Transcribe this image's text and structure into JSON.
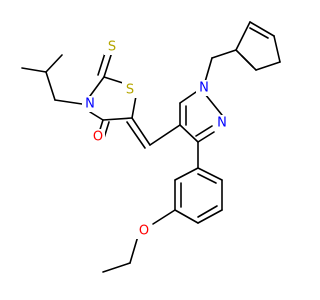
{
  "molecule": {
    "atoms": [
      {
        "id": "O1",
        "symbol": "O",
        "color": "#ff0000"
      },
      {
        "id": "N1",
        "symbol": "N",
        "color": "#0000ff"
      },
      {
        "id": "S1",
        "symbol": "S",
        "color": "#b5a600"
      },
      {
        "id": "S2",
        "symbol": "S",
        "color": "#b5a600"
      },
      {
        "id": "N2",
        "symbol": "N",
        "color": "#0000ff"
      },
      {
        "id": "N3",
        "symbol": "N",
        "color": "#0000ff"
      },
      {
        "id": "O2",
        "symbol": "O",
        "color": "#ff0000"
      }
    ]
  }
}
